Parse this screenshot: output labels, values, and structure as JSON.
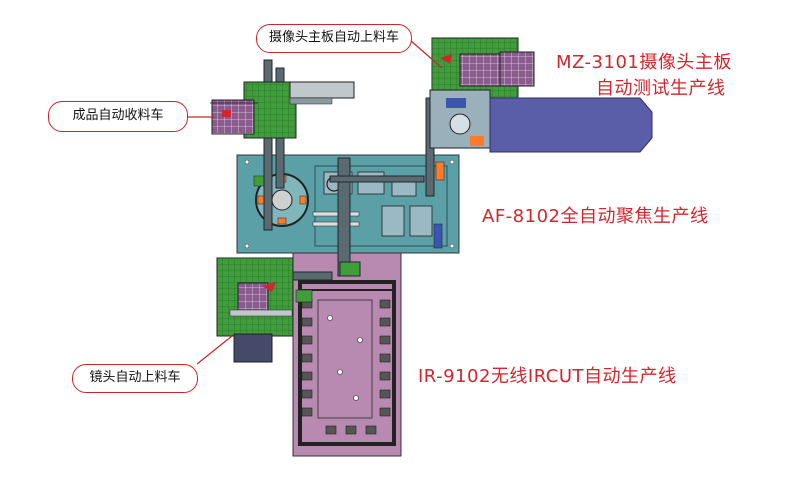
{
  "labels": {
    "camera_board_feeder": "摄像头主板自动上料车",
    "finished_product_collector": "成品自动收料车",
    "lens_feeder": "镜头自动上料车"
  },
  "lines": {
    "mz_line_1": "MZ-3101摄像头主板",
    "mz_line_2": "自动测试生产线",
    "af_line": "AF-8102全自动聚焦生产线",
    "ir_line": "IR-9102无线IRCUT自动生产线"
  },
  "colors": {
    "callout_border": "#c8262a",
    "title_red": "#d1262e",
    "af_table": "#5aa0a6",
    "ir_table": "#b889b1",
    "mz_bar": "#5a5ea8",
    "trolley_green": "#3f9e3a",
    "tray_purple": "#8a5c8e"
  }
}
